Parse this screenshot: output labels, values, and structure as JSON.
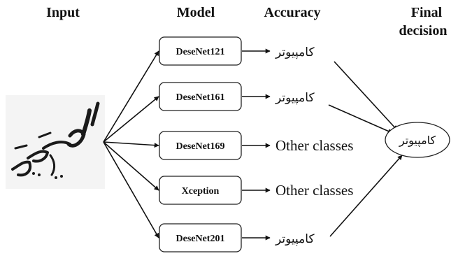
{
  "headers": {
    "input": "Input",
    "model": "Model",
    "accuracy": "Accuracy",
    "final_line1": "Final",
    "final_line2": "decision"
  },
  "input_image_text": "کامپیوتر",
  "models": [
    {
      "name": "DeseNet121",
      "output": "کامپیوتر",
      "output_lang": "fa"
    },
    {
      "name": "DeseNet161",
      "output": "کامپیوتر",
      "output_lang": "fa"
    },
    {
      "name": "DeseNet169",
      "output": "Other classes",
      "output_lang": "en"
    },
    {
      "name": "Xception",
      "output": "Other classes",
      "output_lang": "en"
    },
    {
      "name": "DeseNet201",
      "output": "کامپیوتر",
      "output_lang": "fa"
    }
  ],
  "final_decision": "کامپیوتر"
}
